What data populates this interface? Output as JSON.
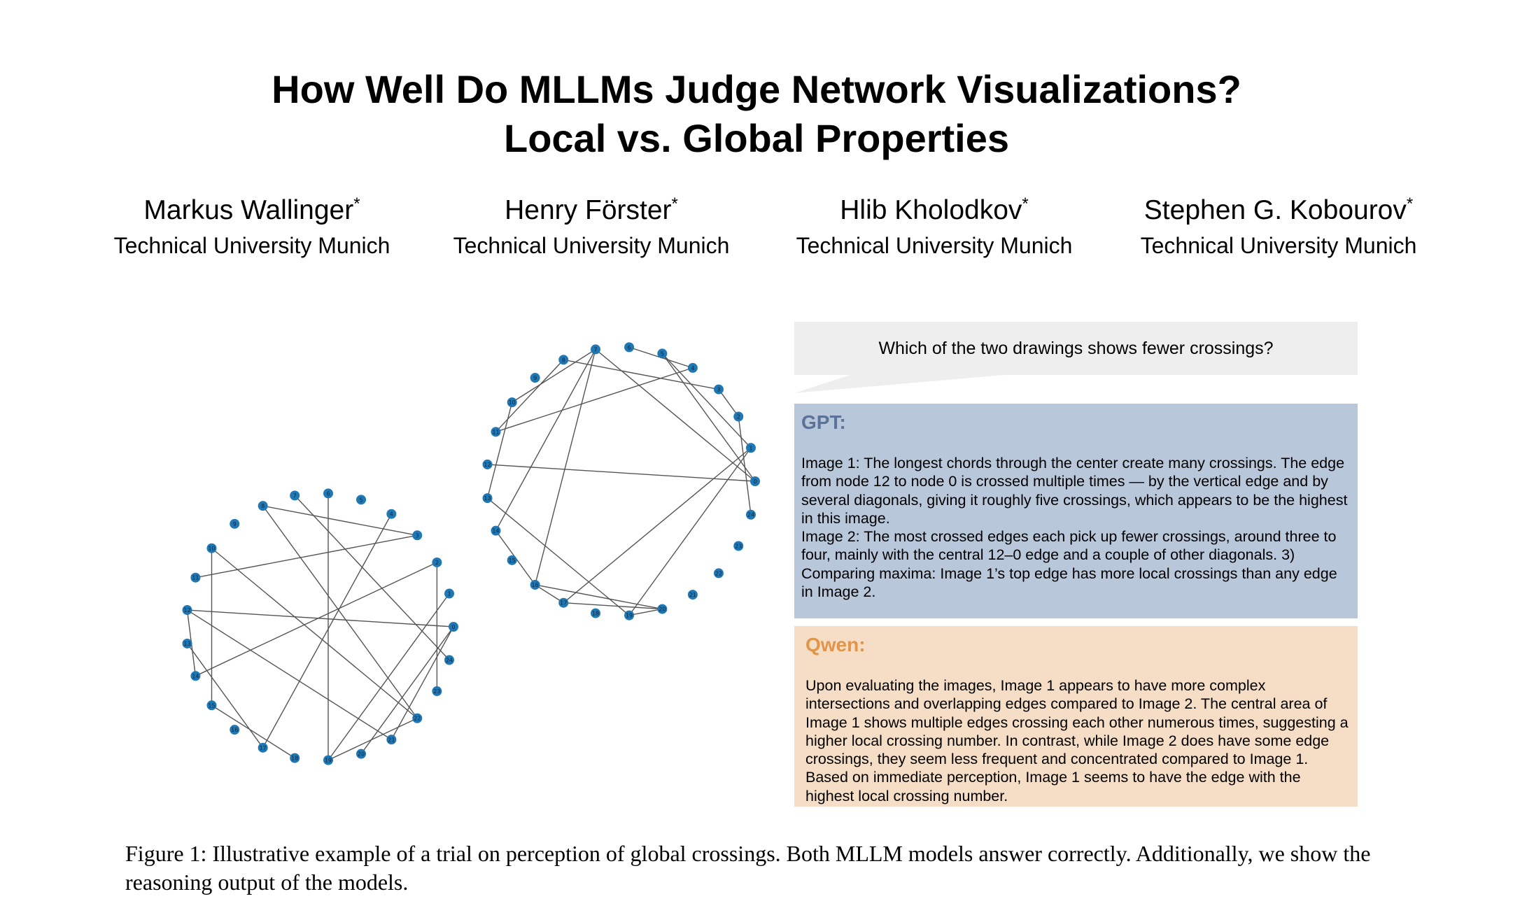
{
  "title": {
    "line1": "How Well Do MLLMs Judge Network Visualizations?",
    "line2": "Local vs. Global Properties"
  },
  "authors": [
    {
      "name": "Markus Wallinger",
      "mark": "*",
      "affiliation": "Technical University Munich"
    },
    {
      "name": "Henry Förster",
      "mark": "*",
      "affiliation": "Technical University Munich"
    },
    {
      "name": "Hlib Kholodkov",
      "mark": "*",
      "affiliation": "Technical University Munich"
    },
    {
      "name": "Stephen G. Kobourov",
      "mark": "*",
      "affiliation": "Technical University Munich"
    }
  ],
  "colors": {
    "node": "#1f77b4",
    "edge": "#555555",
    "gpt_bg": "#b9c7da",
    "qwen_bg": "#f5dec5",
    "gpt_label": "#5b7399",
    "qwen_label": "#e0954a"
  },
  "graphs": [
    {
      "name": "Image 1",
      "node_count": 25,
      "edges": [
        [
          8,
          3
        ],
        [
          3,
          11
        ],
        [
          7,
          24
        ],
        [
          6,
          19
        ],
        [
          4,
          17
        ],
        [
          8,
          22
        ],
        [
          10,
          15
        ],
        [
          10,
          22
        ],
        [
          2,
          14
        ],
        [
          2,
          23
        ],
        [
          1,
          19
        ],
        [
          12,
          0
        ],
        [
          12,
          14
        ],
        [
          13,
          17
        ],
        [
          12,
          21
        ],
        [
          15,
          18
        ],
        [
          22,
          19
        ],
        [
          0,
          20
        ],
        [
          0,
          21
        ]
      ]
    },
    {
      "name": "Image 2",
      "node_count": 25,
      "edges": [
        [
          6,
          4
        ],
        [
          5,
          0
        ],
        [
          5,
          1
        ],
        [
          8,
          3
        ],
        [
          8,
          11
        ],
        [
          7,
          10
        ],
        [
          7,
          16
        ],
        [
          7,
          14
        ],
        [
          7,
          0
        ],
        [
          4,
          11
        ],
        [
          3,
          2
        ],
        [
          2,
          24
        ],
        [
          12,
          0
        ],
        [
          10,
          13
        ],
        [
          13,
          19
        ],
        [
          14,
          16
        ],
        [
          16,
          17
        ],
        [
          16,
          20
        ],
        [
          17,
          20
        ],
        [
          19,
          20
        ],
        [
          1,
          17
        ],
        [
          1,
          19
        ]
      ]
    }
  ],
  "question": "Which of the two drawings shows fewer crossings?",
  "gpt": {
    "label": "GPT:",
    "text": "Image 1: The longest chords through the center create many crossings. The edge from node 12 to node 0  is crossed multiple times — by the vertical edge and by several diagonals, giving it roughly five crossings, which appears to be the highest in this image.\nImage 2: The most crossed edges each pick up fewer crossings, around three to four, mainly with the central 12–0 edge and a couple of other diagonals. 3) Comparing maxima: Image 1’s top edge has more local crossings than any edge in Image 2."
  },
  "qwen": {
    "label": "Qwen:",
    "text": "Upon evaluating the images, Image 1 appears to have more complex intersections and overlapping edges compared to Image 2. The central area of Image 1 shows multiple edges crossing each other numerous times, suggesting a higher local crossing number. In contrast, while Image 2 does have some edge crossings, they seem less frequent and concentrated compared to Image 1. Based on immediate perception, Image 1 seems to have the edge with the highest local crossing number."
  },
  "caption": "Figure 1: Illustrative example of a trial on perception of global crossings. Both MLLM models answer correctly. Additionally, we show the reasoning output of the models."
}
